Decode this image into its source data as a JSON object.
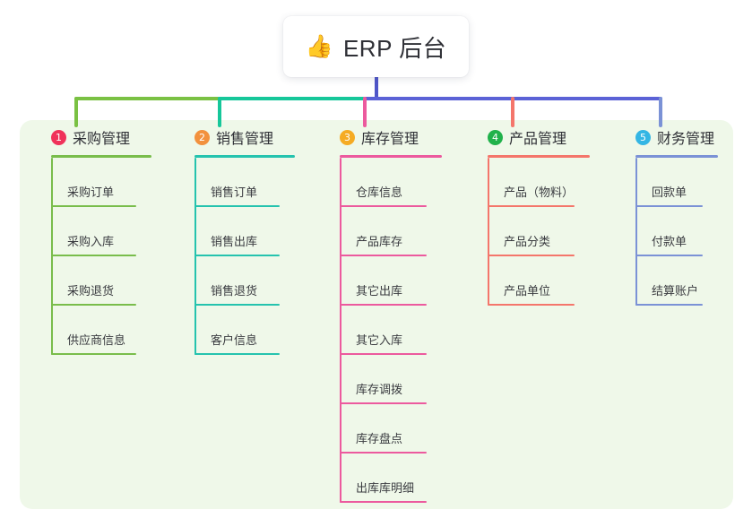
{
  "root": {
    "icon": "thumbs-up-icon",
    "emoji": "👍",
    "title": "ERP 后台"
  },
  "theme": {
    "panel_bg": "#eff8e9",
    "page_bg": "#ffffff",
    "root_stem": "#4f56c8",
    "bus_left": "#7ac143",
    "bus_mid": "#16c79a",
    "bus_right": "#5b62d6"
  },
  "branches": [
    {
      "number": "1",
      "title": "采购管理",
      "badge_color": "#f0325a",
      "line_color": "#79bd4b",
      "items": [
        {
          "label": "采购订单"
        },
        {
          "label": "采购入库"
        },
        {
          "label": "采购退货"
        },
        {
          "label": "供应商信息"
        }
      ]
    },
    {
      "number": "2",
      "title": "销售管理",
      "badge_color": "#f2913d",
      "line_color": "#25c3ae",
      "items": [
        {
          "label": "销售订单"
        },
        {
          "label": "销售出库"
        },
        {
          "label": "销售退货"
        },
        {
          "label": "客户信息"
        }
      ]
    },
    {
      "number": "3",
      "title": "库存管理",
      "badge_color": "#f5ab23",
      "line_color": "#ec5a9e",
      "items": [
        {
          "label": "仓库信息"
        },
        {
          "label": "产品库存"
        },
        {
          "label": "其它出库"
        },
        {
          "label": "其它入库"
        },
        {
          "label": "库存调拨"
        },
        {
          "label": "库存盘点"
        },
        {
          "label": "出库库明细"
        }
      ]
    },
    {
      "number": "4",
      "title": "产品管理",
      "badge_color": "#21b24b",
      "line_color": "#f4766b",
      "items": [
        {
          "label": "产品（物料）"
        },
        {
          "label": "产品分类"
        },
        {
          "label": "产品单位"
        }
      ]
    },
    {
      "number": "5",
      "title": "财务管理",
      "badge_color": "#34b6e4",
      "line_color": "#7b92d6",
      "items": [
        {
          "label": "回款单"
        },
        {
          "label": "付款单"
        },
        {
          "label": "结算账户"
        }
      ]
    }
  ]
}
